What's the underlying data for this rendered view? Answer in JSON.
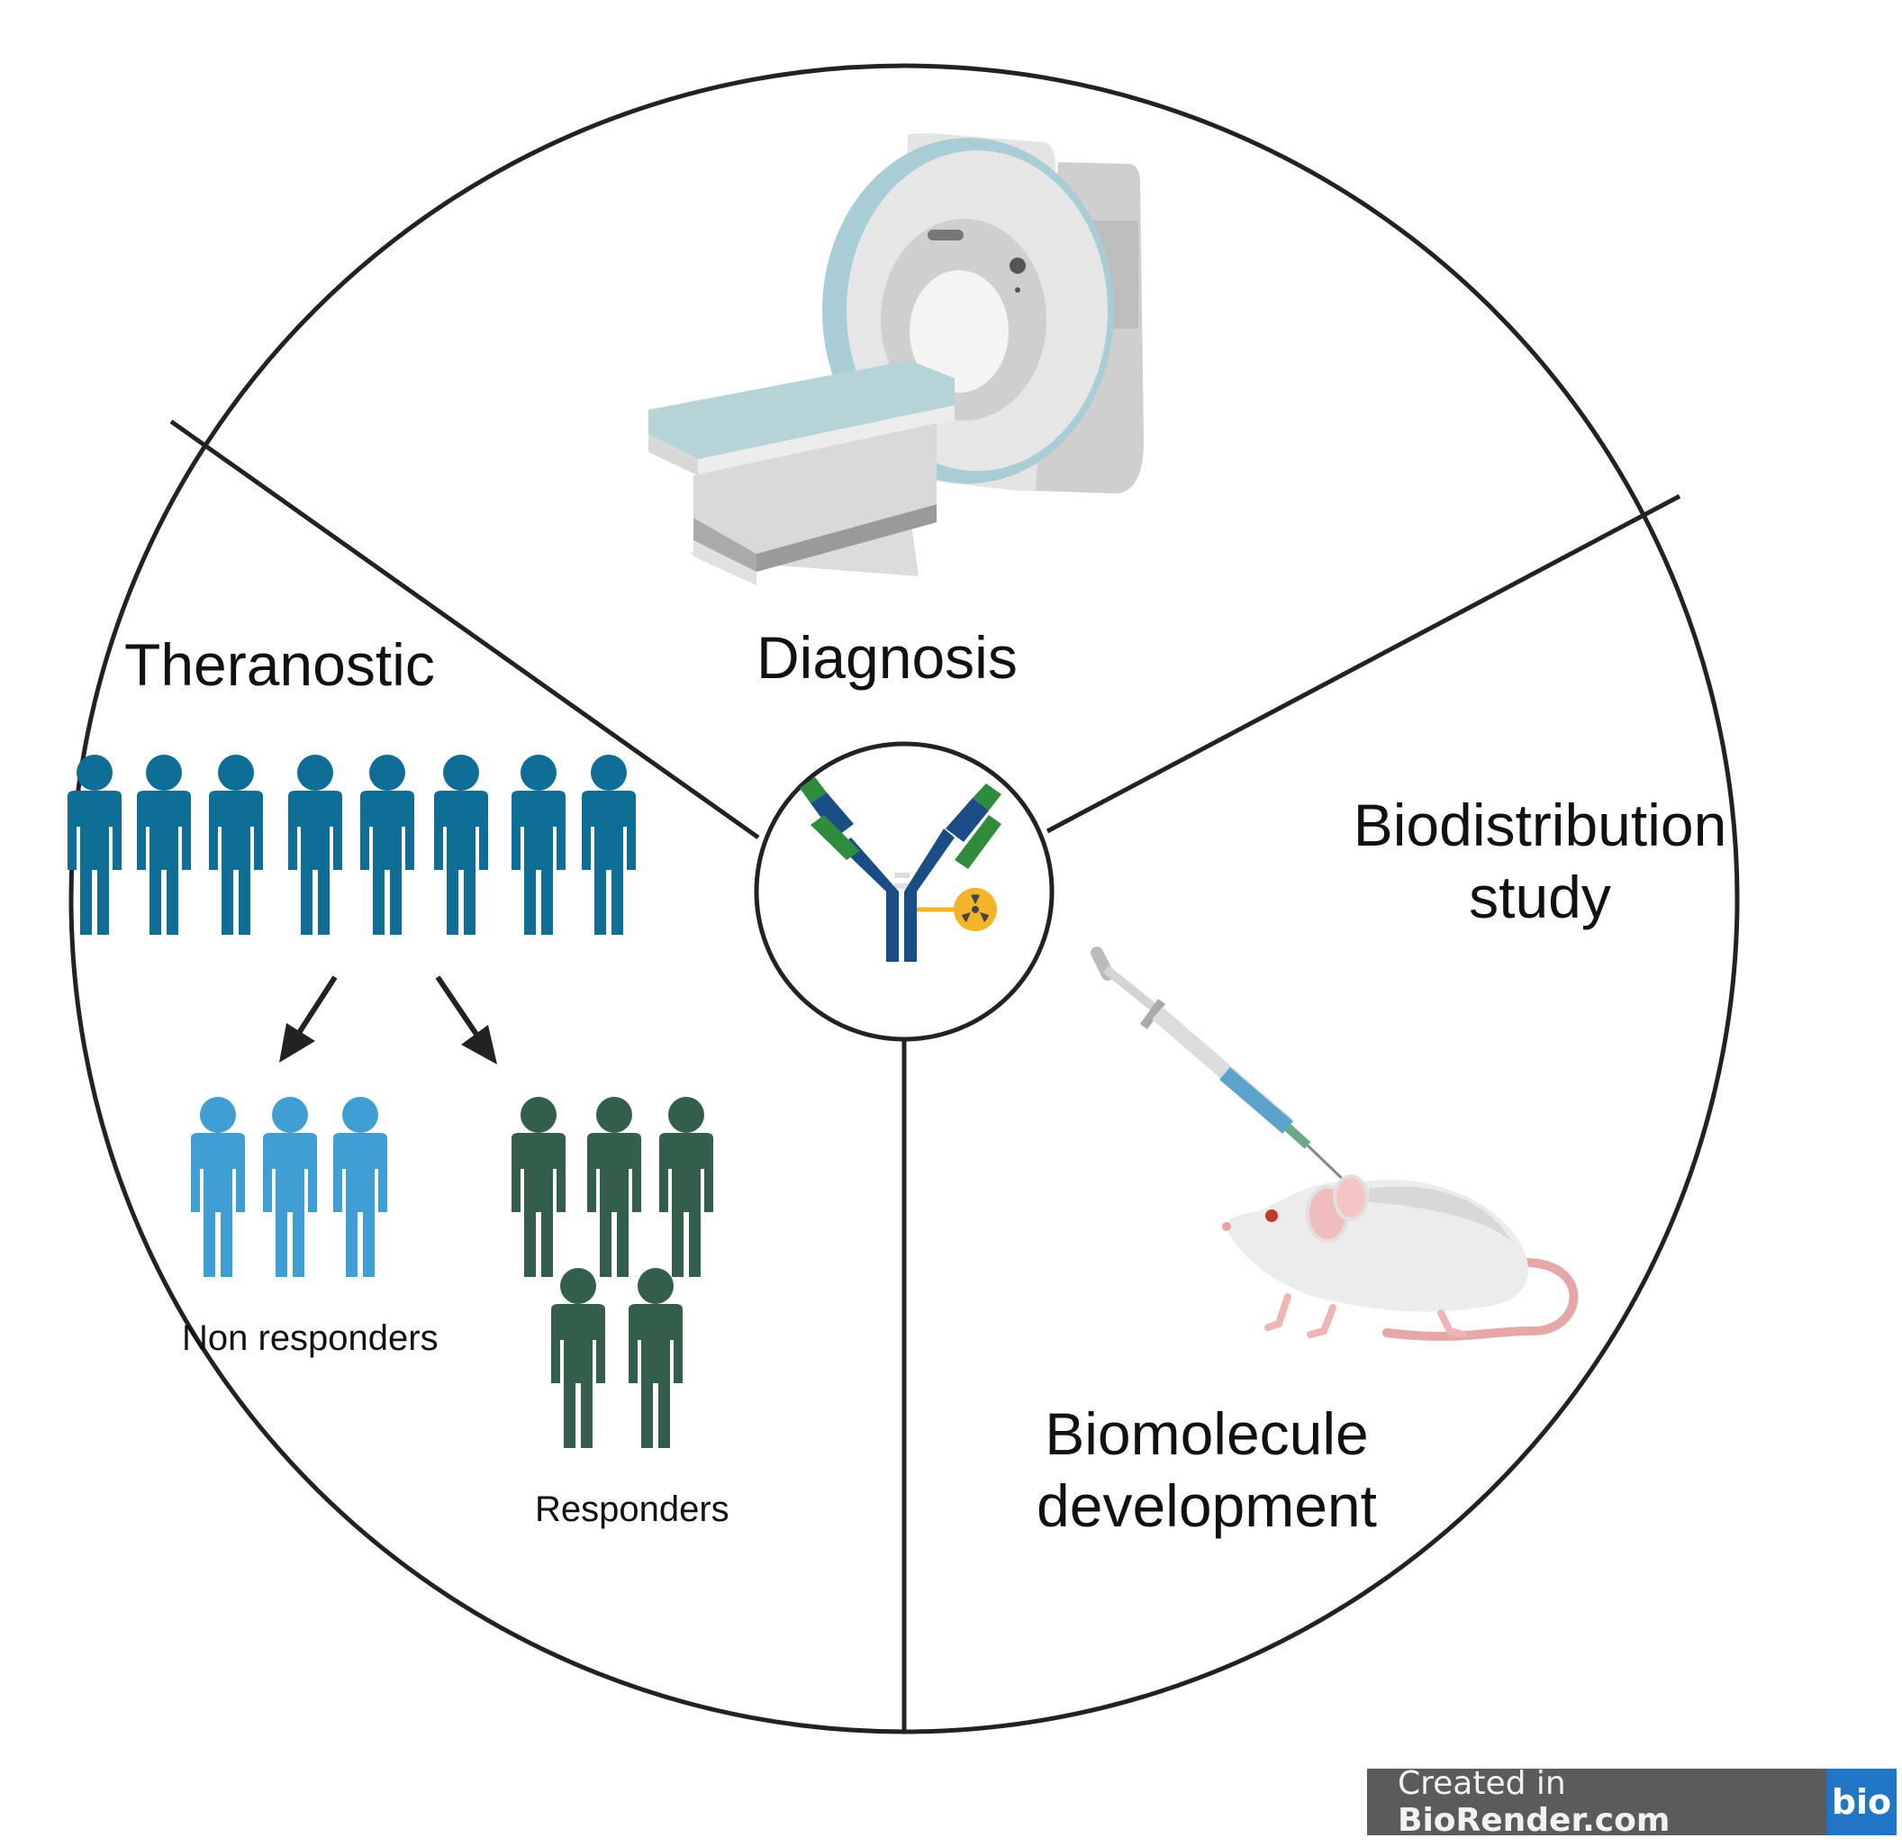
{
  "sections": {
    "diagnosis": "Diagnosis",
    "theranostic": "Theranostic",
    "biodistribution_line1": "Biodistribution",
    "biodistribution_line2": "study",
    "biomolecule_line1": "Biomolecule",
    "biomolecule_line2": "development"
  },
  "groups": {
    "non_responders": "Non responders",
    "responders": "Responders"
  },
  "credit": {
    "prefix": "Created in ",
    "brand": "BioRender.com",
    "logo": "bio"
  },
  "icons": [
    "mri-scanner-icon",
    "antibody-icon",
    "radioactive-icon",
    "syringe-icon",
    "mouse-icon",
    "person-icon",
    "arrow-down-icon"
  ],
  "colors": {
    "population": "#0f6e96",
    "non_responders": "#3f9ed3",
    "responders": "#335e4b",
    "antibody_navy": "#1a4d86",
    "antibody_green": "#2e8c3c",
    "radioactive": "#f3b42a"
  }
}
